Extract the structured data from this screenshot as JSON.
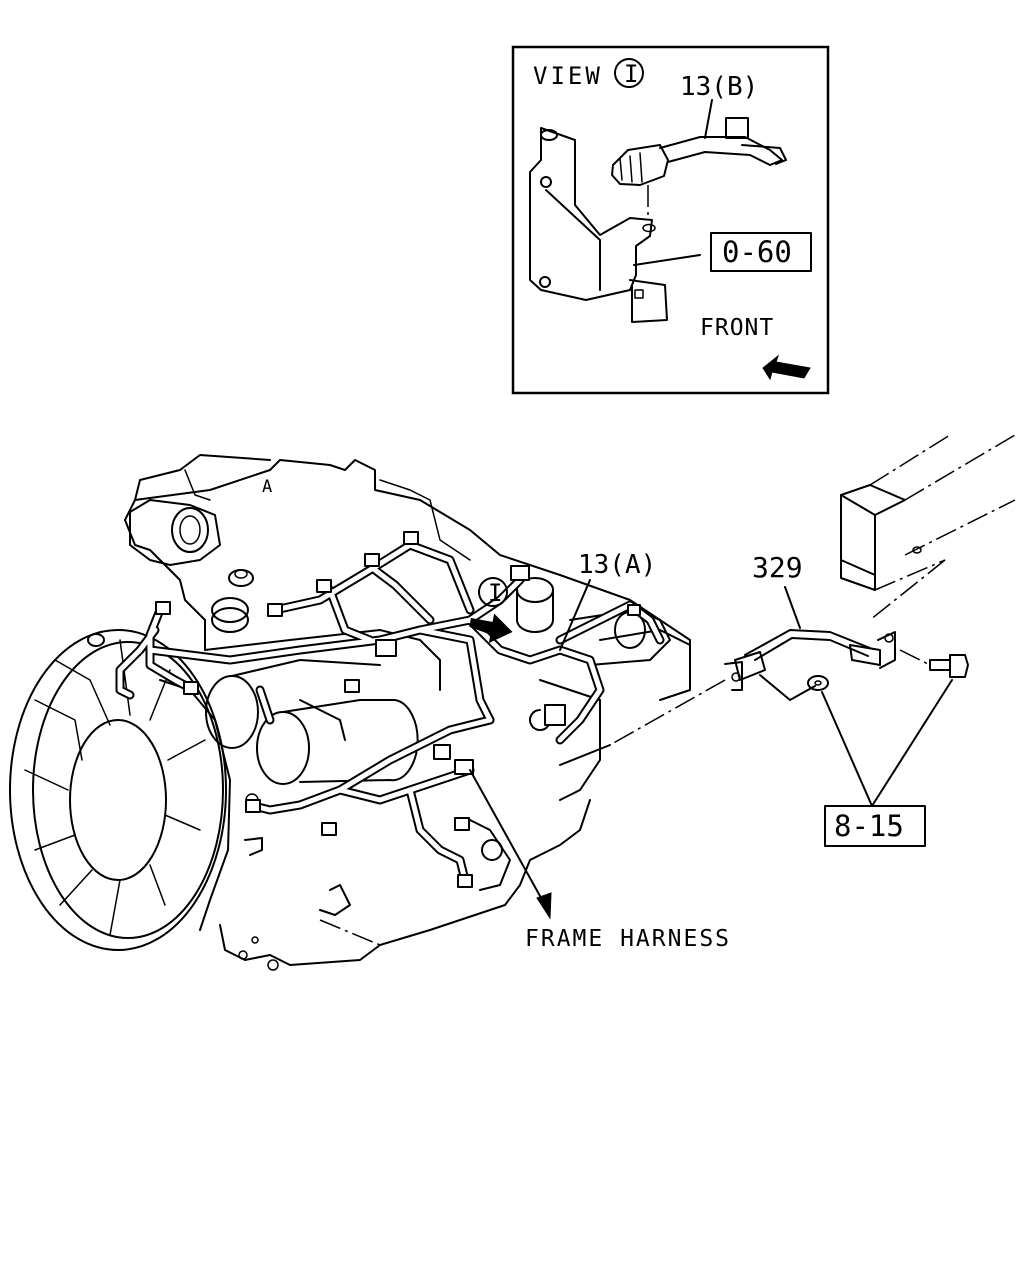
{
  "inset": {
    "view_label": "VIEW",
    "view_marker": "I",
    "part_13b_label": "13(B)",
    "ref_0_60": "0-60",
    "front_label": "FRONT"
  },
  "main": {
    "engine_letter": "A",
    "view_marker": "I",
    "part_13a_label": "13(A)",
    "part_329_label": "329",
    "ref_8_15": "8-15",
    "frame_harness_label": "FRAME HARNESS"
  },
  "icons": [
    "front-arrow-icon",
    "view-direction-arrow-icon",
    "circled-marker-icon"
  ]
}
